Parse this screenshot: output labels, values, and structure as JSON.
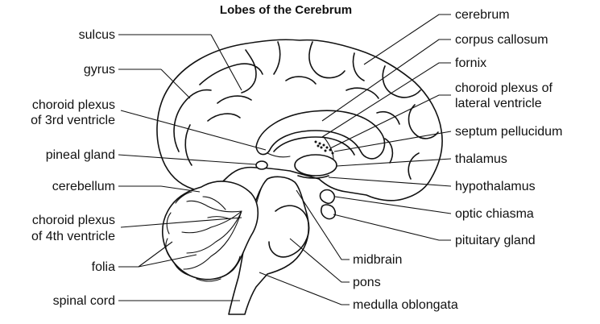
{
  "title": "Lobes of the Cerebrum",
  "labels": {
    "cerebrum": "cerebrum",
    "corpus_callosum": "corpus callosum",
    "fornix": "fornix",
    "choroid_plexus_lateral_1": "choroid plexus of",
    "choroid_plexus_lateral_2": "lateral ventricle",
    "septum_pellucidum": "septum pellucidum",
    "thalamus": "thalamus",
    "hypothalamus": "hypothalamus",
    "optic_chiasma": "optic chiasma",
    "pituitary_gland": "pituitary gland",
    "midbrain": "midbrain",
    "pons": "pons",
    "medulla_oblongata": "medulla oblongata",
    "sulcus": "sulcus",
    "gyrus": "gyrus",
    "choroid_plexus_3rd_1": "choroid plexus",
    "choroid_plexus_3rd_2": "of 3rd ventricle",
    "pineal_gland": "pineal gland",
    "cerebellum": "cerebellum",
    "choroid_plexus_4th_1": "choroid plexus",
    "choroid_plexus_4th_2": "of 4th ventricle",
    "folia": "folia",
    "spinal_cord": "spinal cord"
  }
}
